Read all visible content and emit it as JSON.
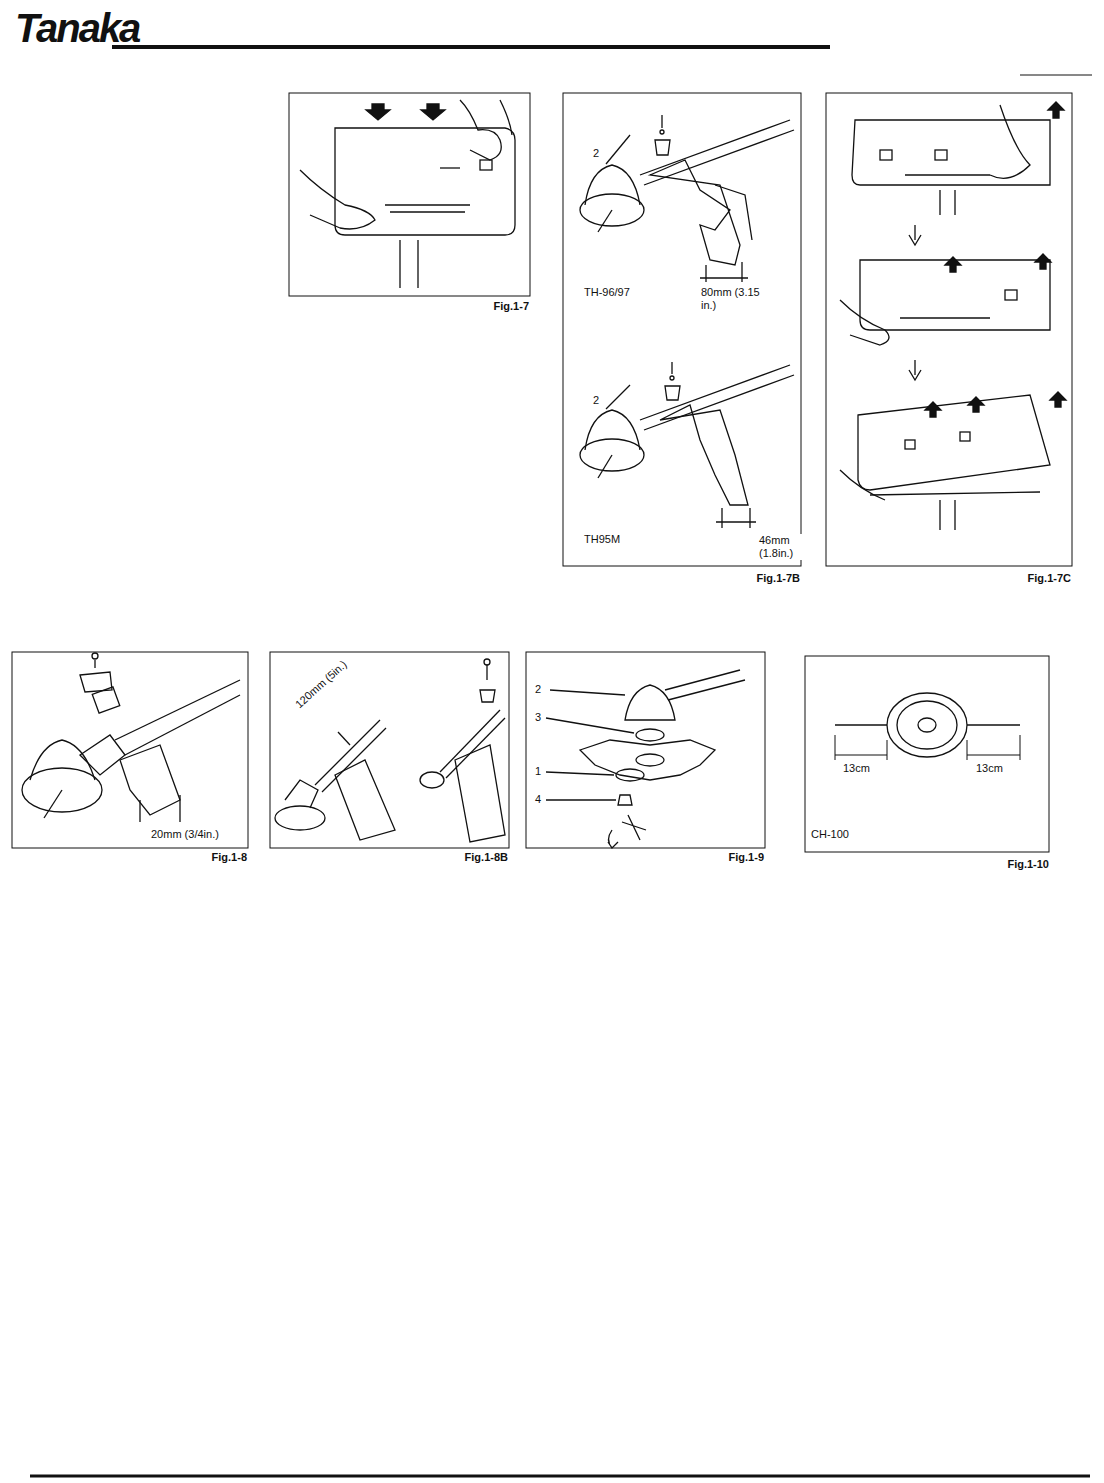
{
  "diagram": {
    "title": "Tanaka",
    "labels": [
      "Fig.1-7",
      "2",
      "80mm (3.15 in.)",
      "TH-96/97",
      "2",
      "46mm (1.8in.)",
      "TH95M",
      "Fig.1-7B",
      "Fig.1-7C",
      "20mm (3/4in.)",
      "Fig.1-8",
      "120mm (5in.)",
      "Fig.1-8B",
      "2",
      "3",
      "1",
      "4",
      "Fig.1-9",
      "13cm",
      "13cm",
      "CH-100",
      "Fig.1-10"
    ]
  }
}
